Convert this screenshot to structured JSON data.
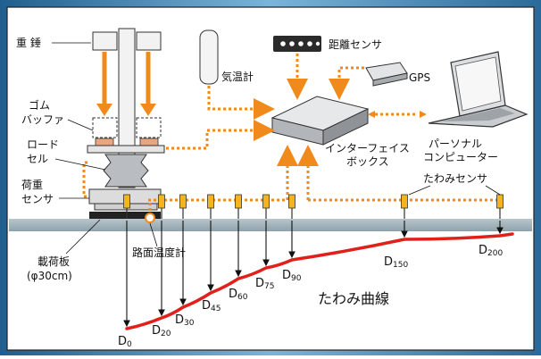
{
  "labels": {
    "weight": "重 錘",
    "rubber_buffer_1": "ゴム",
    "rubber_buffer_2": "バッファ",
    "load_cell_1": "ロード",
    "load_cell_2": "セル",
    "load_sensor_1": "荷重",
    "load_sensor_2": "センサ",
    "loading_plate_1": "載荷板",
    "loading_plate_2": "(φ30cm)",
    "road_thermometer": "路面温度計",
    "air_thermometer": "気温計",
    "distance_sensor": "距離センサ",
    "gps": "GPS",
    "interface_box_1": "インターフェイス",
    "interface_box_2": "ボックス",
    "pc_1": "パーソナル",
    "pc_2": "コンピューター",
    "deflection_sensor": "たわみセンサ",
    "deflection_curve": "たわみ曲線"
  },
  "deflection_points": [
    {
      "label": "D",
      "sub": "0"
    },
    {
      "label": "D",
      "sub": "20"
    },
    {
      "label": "D",
      "sub": "30"
    },
    {
      "label": "D",
      "sub": "45"
    },
    {
      "label": "D",
      "sub": "60"
    },
    {
      "label": "D",
      "sub": "75"
    },
    {
      "label": "D",
      "sub": "90"
    },
    {
      "label": "D",
      "sub": "150"
    },
    {
      "label": "D",
      "sub": "200"
    }
  ],
  "colors": {
    "arrow_orange": "#f08a1c",
    "curve_red": "#e0211b",
    "sensor_yellow": "#f3b51d",
    "road_gray": "#9fb0b8",
    "frame_blue": "#3d7fb0",
    "device_gray": "#c9cbcd"
  }
}
